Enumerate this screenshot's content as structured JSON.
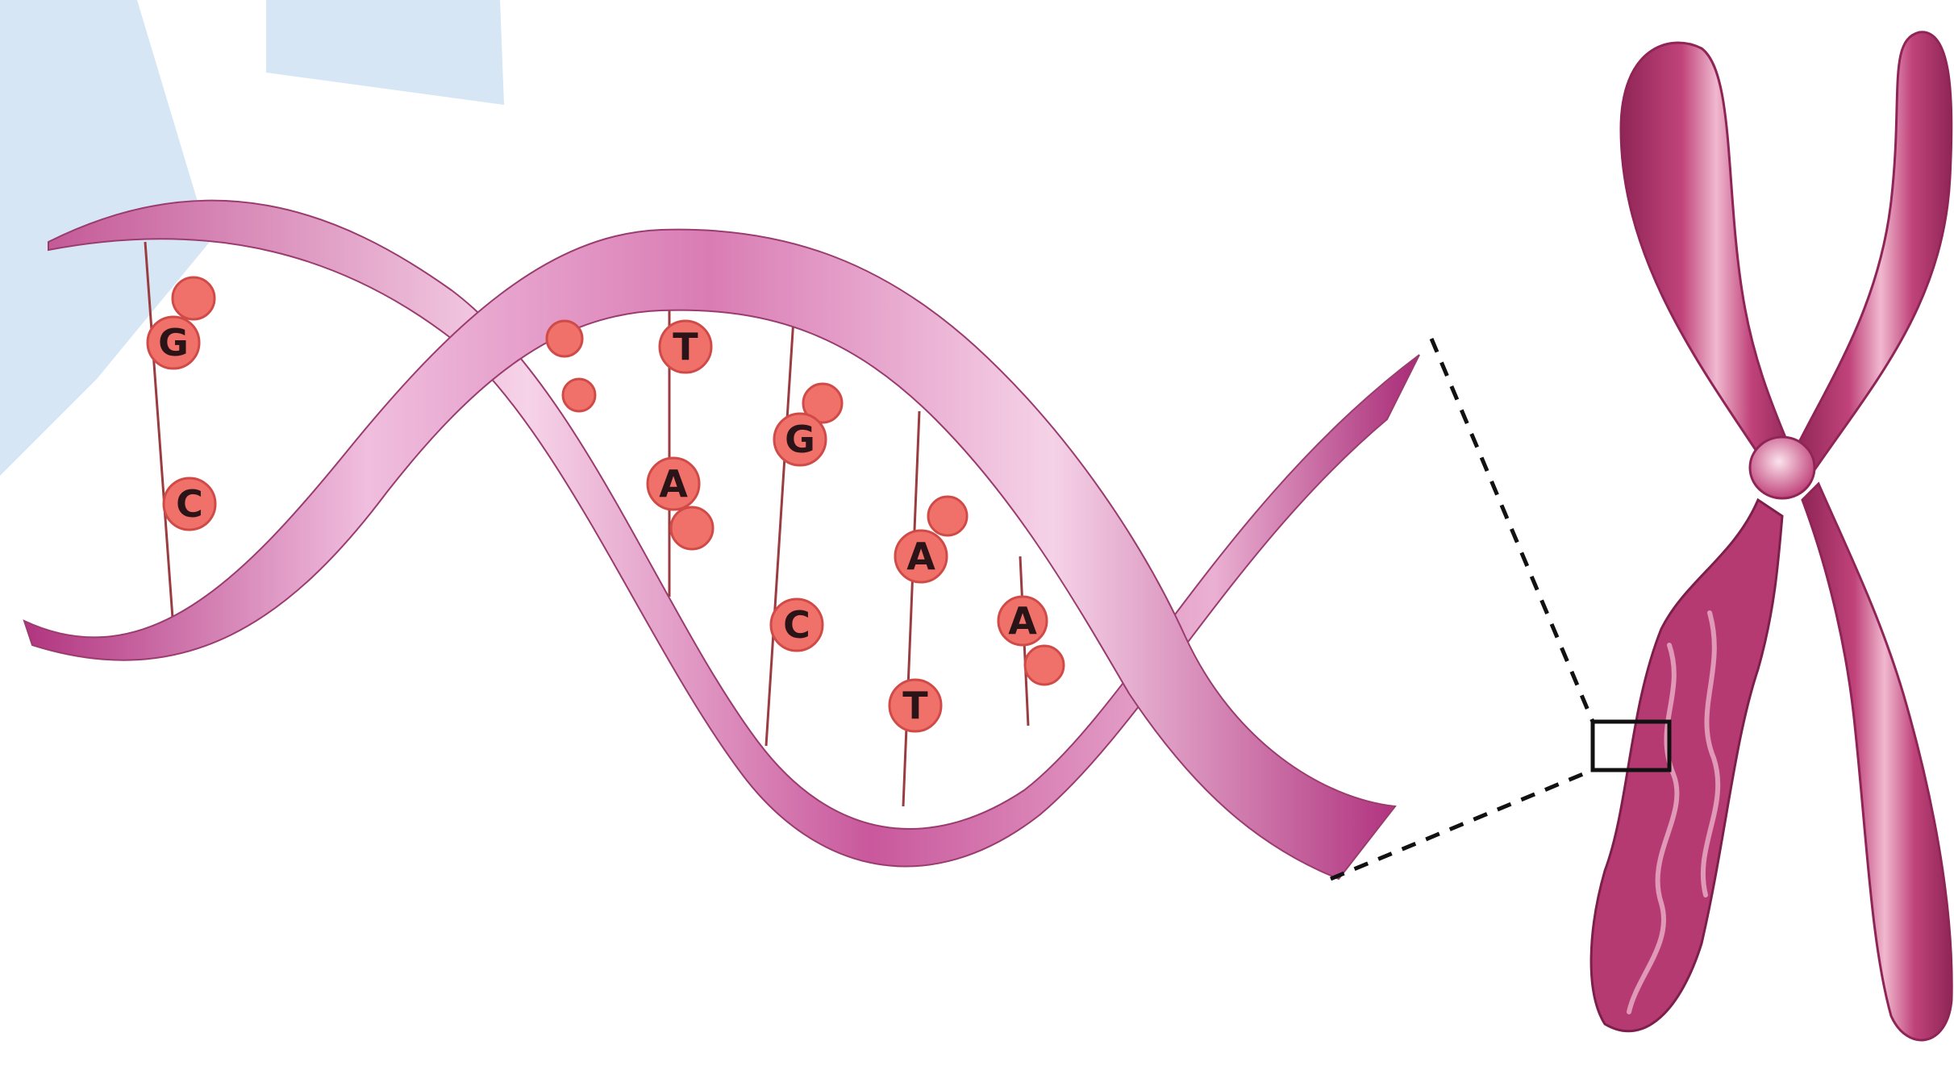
{
  "colors": {
    "background": "#ffffff",
    "watermark": "#d6e6f4",
    "ribbon_light": "#f2c3df",
    "ribbon_mid": "#d97cb4",
    "ribbon_dark": "#b1347f",
    "rung": "#9a3c40",
    "base_fill": "#f0706a",
    "base_edge": "#d04a47",
    "base_text": "#2a1418",
    "chromosome": "#c0437a",
    "chromosome_dark": "#8f2556",
    "chromosome_light": "#f4c2d6",
    "zoom_lines": "#111111"
  },
  "dna": {
    "base_pairs": [
      {
        "top": "G",
        "bottom": "C"
      },
      {
        "top": "T",
        "bottom": "A"
      },
      {
        "top": "G",
        "bottom": "C"
      },
      {
        "top": "A",
        "bottom": "T"
      },
      {
        "top": "",
        "bottom": "A"
      }
    ]
  },
  "chromosome": {
    "icon": "x-chromosome-icon"
  }
}
